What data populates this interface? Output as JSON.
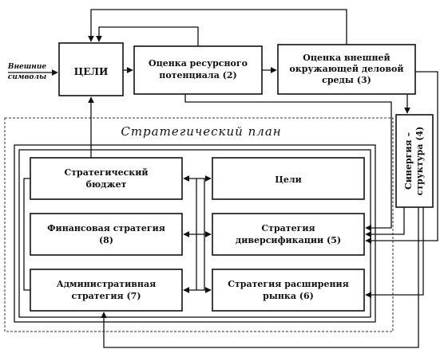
{
  "input": {
    "line1": "Внешние",
    "line2": "символы"
  },
  "boxes": {
    "goals": "ЦЕЛИ",
    "resource": [
      "Оценка ресурсного",
      "потенциала (2)"
    ],
    "environment": [
      "Оценка внешней",
      "окружающей деловой",
      "среды (3)"
    ],
    "synergy": [
      "Синергия –",
      "структура (4)"
    ],
    "budget": [
      "Стратегический",
      "бюджет"
    ],
    "plan_goals": "Цели",
    "financial": [
      "Финансовая стратегия",
      "(8)"
    ],
    "diversification": [
      "Стратегия",
      "диверсификации (5)"
    ],
    "administrative": [
      "Административная",
      "стратегия (7)"
    ],
    "expansion": [
      "Стратегия расширения",
      "рынка (6)"
    ]
  },
  "plan_title": "Стратегический план"
}
